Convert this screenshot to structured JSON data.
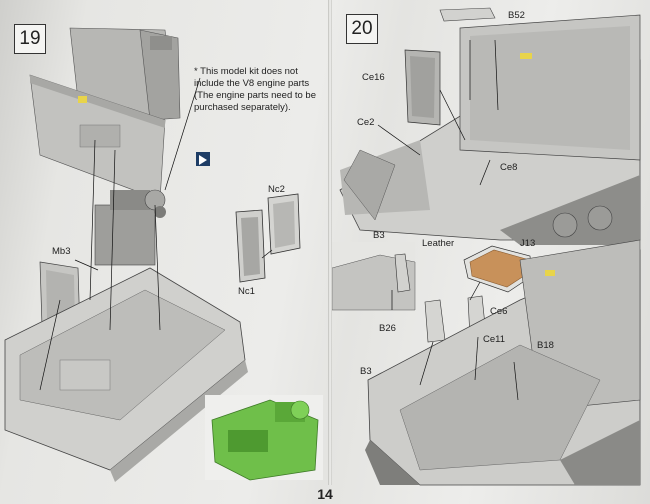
{
  "page": {
    "number": "14"
  },
  "steps": [
    {
      "number": "19",
      "note": "This model kit does not include the V8 engine parts (The engine parts need to be purchased separately).",
      "parts": [
        "Nc2",
        "Nc1",
        "Mb3"
      ]
    },
    {
      "number": "20",
      "parts": [
        "B52",
        "Ce16",
        "Ce2",
        "Ce8",
        "B3",
        "Leather",
        "J13",
        "Ce6",
        "B26",
        "Ce11",
        "B18",
        "B3"
      ]
    }
  ],
  "colors": {
    "paper": "#ececea",
    "line_art": "#9a9a98",
    "engine_highlight": "#6fbf4a",
    "leather_pad": "#c8915a",
    "yellow_marker": "#e8d44a"
  },
  "icons": [
    "asterisk-icon",
    "arrow-indicator-icon"
  ]
}
